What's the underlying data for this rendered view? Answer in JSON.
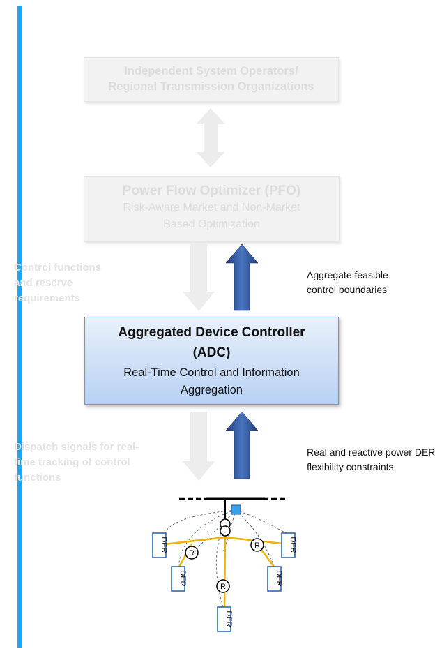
{
  "iso": {
    "line1": "Independent System Operators/",
    "line2": "Regional Transmission Organizations"
  },
  "pfo": {
    "title": "Power Flow Optimizer (PFO)",
    "sub1": "Risk-Aware Market  and Non-Market",
    "sub2": "Based Optimization"
  },
  "adc": {
    "title1": "Aggregated  Device Controller",
    "title2": "(ADC)",
    "sub1": "Real-Time Control and Information",
    "sub2": "Aggregation"
  },
  "faded_notes": {
    "control": [
      "Control functions",
      "and reserve",
      "requirements"
    ],
    "dispatch": [
      "Dispatch signals for real-",
      "time tracking of control",
      "functions"
    ]
  },
  "notes": {
    "aggregate": [
      "Aggregate feasible",
      "control boundaries"
    ],
    "der_flex": [
      "Real and reactive power DER",
      "flexibility constraints"
    ]
  },
  "network": {
    "der_label": "DER",
    "regulator_label": "R"
  },
  "colors": {
    "accent_bar": "#1aa9f0",
    "arrow_dark": "#1f3f7a",
    "feeder_line": "#f0b400",
    "node": "#3aa0e8"
  }
}
